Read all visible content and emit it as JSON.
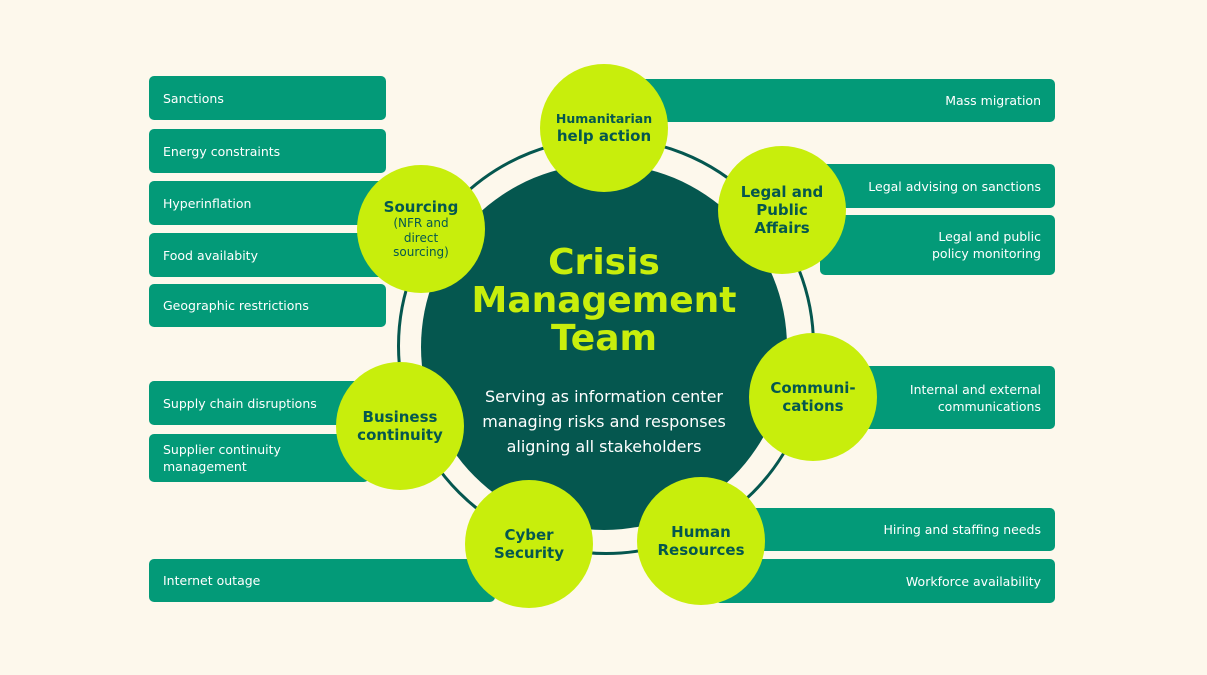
{
  "center": {
    "title": "Crisis\nManagement\nTeam",
    "description": "Serving as information center\nmanaging risks and responses\naligning all stakeholders"
  },
  "nodes": {
    "humanitarian": {
      "title_line1": "Humanitarian",
      "title_line2": "help action"
    },
    "legal": {
      "title": "Legal and\nPublic\nAffairs"
    },
    "communications": {
      "title": "Communi-\ncations"
    },
    "human_resources": {
      "title": "Human\nResources"
    },
    "cyber": {
      "title": "Cyber\nSecurity"
    },
    "business": {
      "title": "Business\ncontinuity"
    },
    "sourcing": {
      "title": "Sourcing",
      "subtitle": "(NFR and\ndirect\nsourcing)"
    }
  },
  "bars": {
    "sanctions": "Sanctions",
    "energy": "Energy constraints",
    "hyperinflation": "Hyperinflation",
    "food": "Food availabity",
    "geographic": "Geographic restrictions",
    "supply_chain": "Supply chain disruptions",
    "supplier_continuity": "Supplier continuity\nmanagement",
    "internet": "Internet outage",
    "mass_migration": "Mass migration",
    "legal_advising": "Legal advising on sanctions",
    "legal_policy": "Legal and public\npolicy monitoring",
    "communications": "Internal and external\ncommunications",
    "hiring": "Hiring and staffing needs",
    "workforce": "Workforce availability"
  },
  "colors": {
    "background": "#fdf8ec",
    "bar": "#039a78",
    "core": "#05574f",
    "node": "#c8ee0c"
  }
}
